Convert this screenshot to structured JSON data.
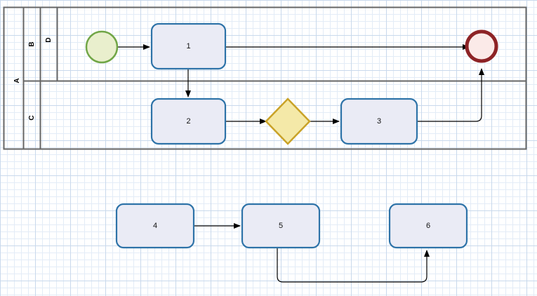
{
  "diagram": {
    "title": "BPMN process diagram",
    "colors": {
      "task_fill": "#eaebf5",
      "task_stroke": "#2e73a8",
      "start_fill": "#e9efcd",
      "start_stroke": "#71a647",
      "end_fill": "#fbeae8",
      "end_stroke": "#8d2326",
      "gateway_fill": "#f4e9a8",
      "gateway_stroke": "#c9a227",
      "pool_stroke": "#666666",
      "flow_stroke": "#000000",
      "grid_minor": "#e3ecf7",
      "grid_major": "#c9d9ec",
      "canvas_bg": "#ffffff"
    },
    "pool": {
      "name": "pool-a",
      "label": "A",
      "lanes": [
        {
          "name": "lane-b",
          "label": "B",
          "sublanes": [
            {
              "name": "lane-d",
              "label": "D"
            }
          ]
        },
        {
          "name": "lane-c",
          "label": "C",
          "sublanes": []
        }
      ]
    },
    "events": [
      {
        "id": "start-event",
        "type": "start",
        "label": ""
      },
      {
        "id": "end-event",
        "type": "end",
        "label": ""
      }
    ],
    "gateways": [
      {
        "id": "gateway-1",
        "type": "exclusive",
        "label": ""
      }
    ],
    "tasks": [
      {
        "id": "task-1",
        "label": "1",
        "lane": "D"
      },
      {
        "id": "task-2",
        "label": "2",
        "lane": "C"
      },
      {
        "id": "task-3",
        "label": "3",
        "lane": "C"
      },
      {
        "id": "task-4",
        "label": "4",
        "lane": ""
      },
      {
        "id": "task-5",
        "label": "5",
        "lane": ""
      },
      {
        "id": "task-6",
        "label": "6",
        "lane": ""
      }
    ],
    "flows": [
      {
        "id": "flow-start-to-1",
        "from": "start-event",
        "to": "task-1",
        "label": ""
      },
      {
        "id": "flow-1-to-end",
        "from": "task-1",
        "to": "end-event",
        "label": ""
      },
      {
        "id": "flow-1-to-2",
        "from": "task-1",
        "to": "task-2",
        "label": ""
      },
      {
        "id": "flow-2-to-gateway",
        "from": "task-2",
        "to": "gateway-1",
        "label": ""
      },
      {
        "id": "flow-gateway-to-3",
        "from": "gateway-1",
        "to": "task-3",
        "label": ""
      },
      {
        "id": "flow-3-to-end",
        "from": "task-3",
        "to": "end-event",
        "label": ""
      },
      {
        "id": "flow-4-to-5",
        "from": "task-4",
        "to": "task-5",
        "label": ""
      },
      {
        "id": "flow-5-to-6",
        "from": "task-5",
        "to": "task-6",
        "label": ""
      }
    ]
  }
}
